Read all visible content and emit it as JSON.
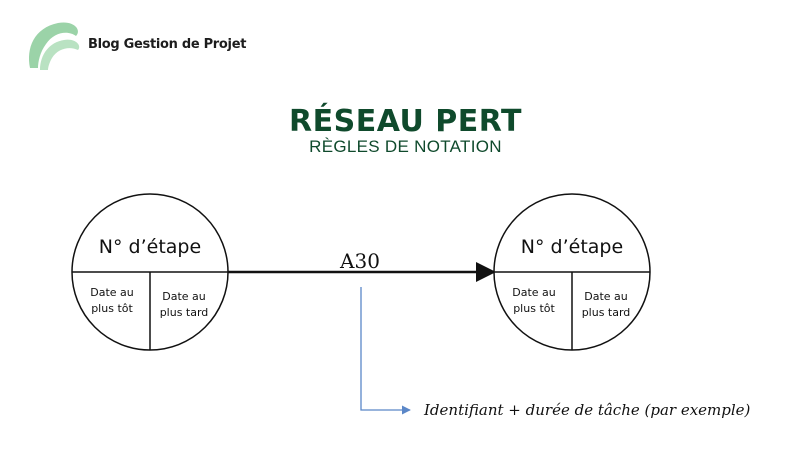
{
  "brand": {
    "name": "Blog Gestion de Projet",
    "colors": {
      "logo": "#9bd3a8",
      "title": "#0f4a2c"
    }
  },
  "header": {
    "title": "RÉSEAU PERT",
    "subtitle": "RÈGLES DE NOTATION"
  },
  "diagram": {
    "nodes": [
      {
        "title": "N° d’étape",
        "left_lines": [
          "Date au",
          "plus tôt"
        ],
        "right_lines": [
          "Date au",
          "plus tard"
        ]
      },
      {
        "title": "N° d’étape",
        "left_lines": [
          "Date au",
          "plus tôt"
        ],
        "right_lines": [
          "Date au",
          "plus tard"
        ]
      }
    ],
    "edge": {
      "label": "A30"
    },
    "annotation": {
      "text": "Identifiant + durée de tâche (par exemple)",
      "color": "#5b87c8"
    }
  }
}
